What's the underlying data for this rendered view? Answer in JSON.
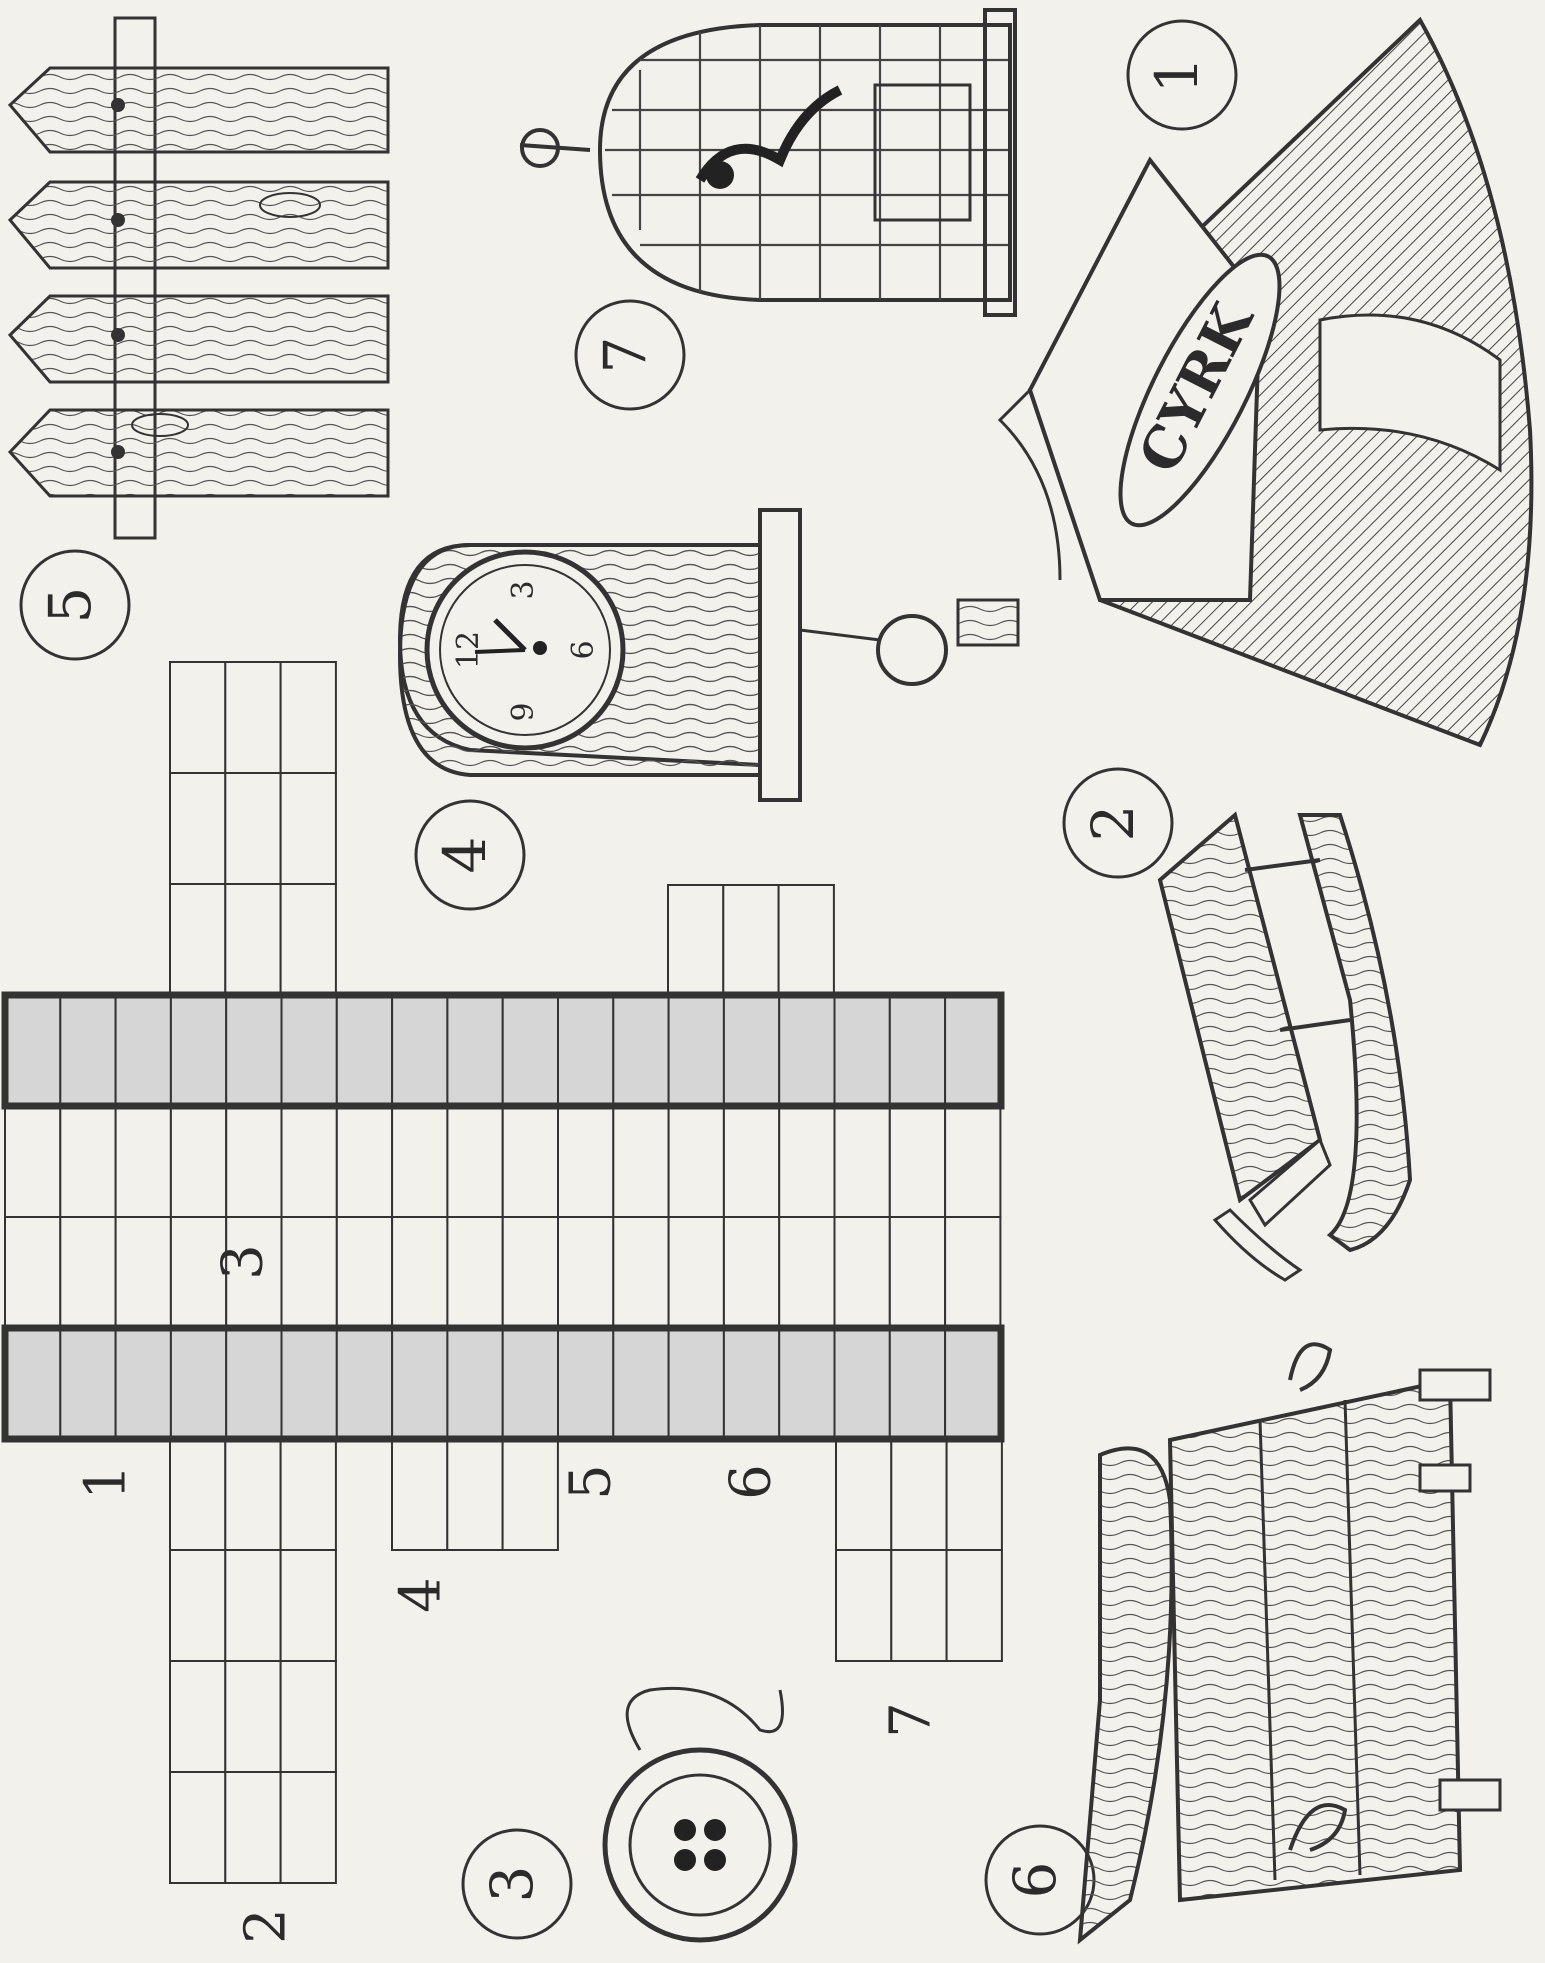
{
  "picture_badges": [
    "1",
    "2",
    "3",
    "4",
    "5",
    "6",
    "7"
  ],
  "grid_numbers": [
    "1",
    "2",
    "3",
    "4",
    "5",
    "6",
    "7"
  ],
  "tent_sign": "CYRK",
  "clock_numerals": [
    "12",
    "3",
    "6",
    "9"
  ],
  "colors": {
    "paper": "#f3f1ec",
    "ink": "#2b2b2b",
    "shaded_row": "#d6d6d6"
  }
}
